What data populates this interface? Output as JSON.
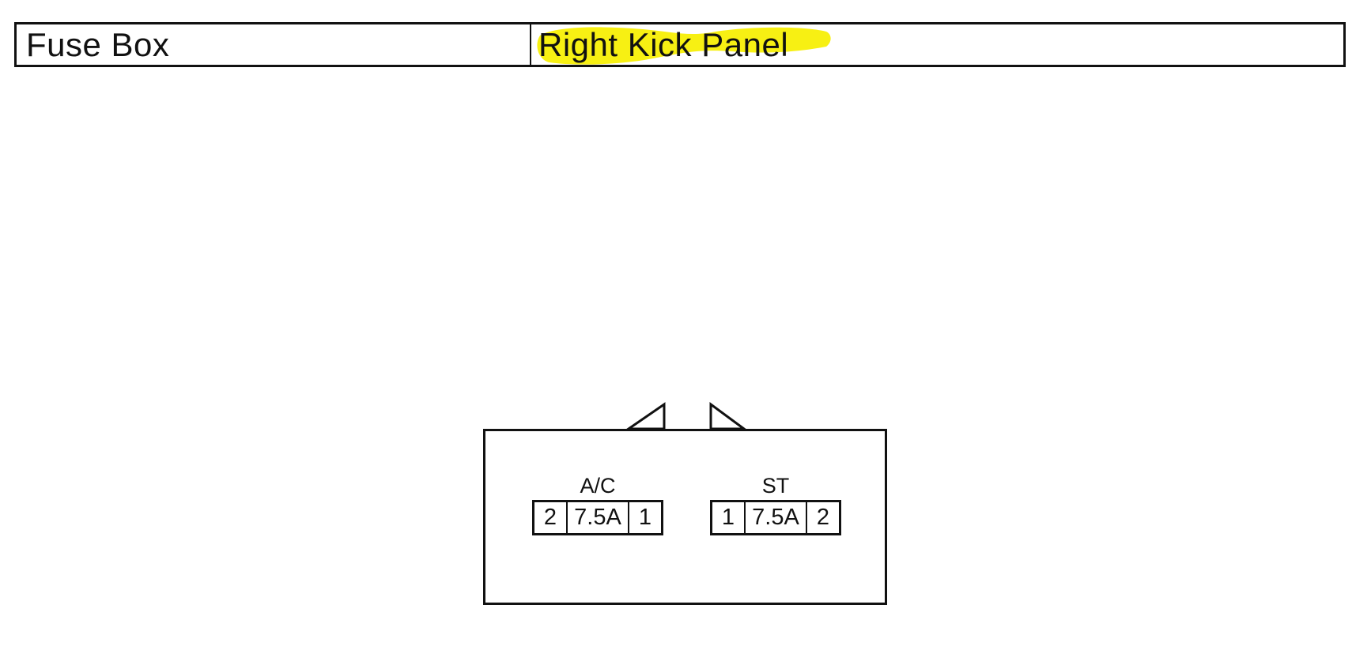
{
  "header": {
    "location": "Fuse Box",
    "panel": "Right Kick Panel",
    "panel_highlighted": true
  },
  "colors": {
    "highlight": "#f7f013",
    "line": "#111111",
    "background": "#ffffff"
  },
  "diagram": {
    "fuses": [
      {
        "label": "A/C",
        "cells": [
          "2",
          "7.5A",
          "1"
        ]
      },
      {
        "label": "ST",
        "cells": [
          "1",
          "7.5A",
          "2"
        ]
      }
    ]
  }
}
